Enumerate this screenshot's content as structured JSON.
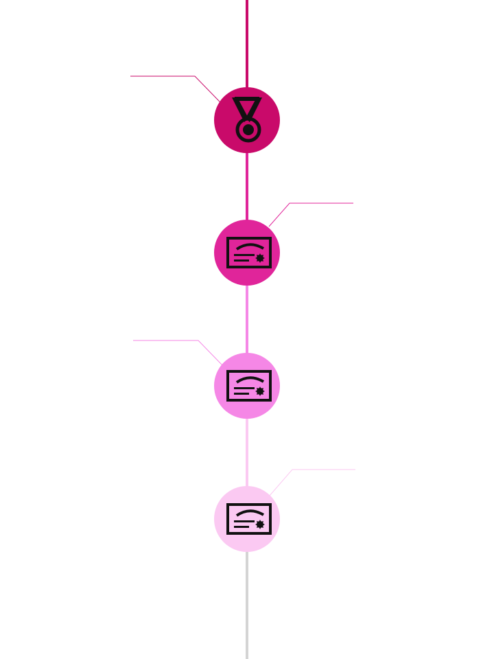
{
  "timeline": {
    "milestones": [
      {
        "icon": "medal-icon",
        "color": "#c90a6a",
        "callout_side": "left"
      },
      {
        "icon": "certificate-icon",
        "color": "#e0259a",
        "callout_side": "right"
      },
      {
        "icon": "certificate-icon",
        "color": "#f587e6",
        "callout_side": "left"
      },
      {
        "icon": "certificate-icon",
        "color": "#fbc9f2",
        "callout_side": "right"
      }
    ],
    "line_colors": [
      "#c90a6a",
      "#e0259a",
      "#f587e6",
      "#fbc9f2",
      "#d4d4d4"
    ],
    "callout_colors": [
      "#c90a6a",
      "#e0259a",
      "#f587e6",
      "#fbc9f2"
    ]
  }
}
